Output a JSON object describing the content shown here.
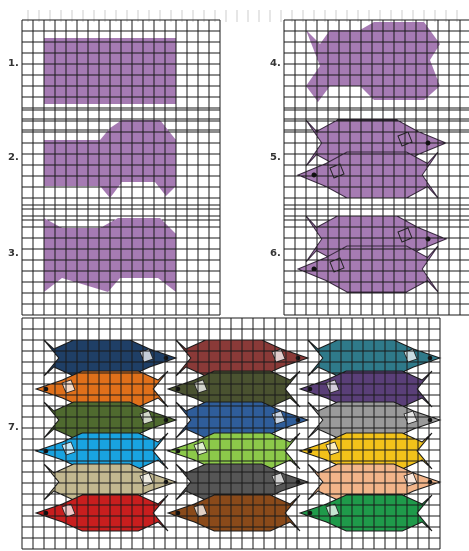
{
  "steps": [
    {
      "label": "1."
    },
    {
      "label": "2."
    },
    {
      "label": "3."
    },
    {
      "label": "4."
    },
    {
      "label": "5."
    },
    {
      "label": "6."
    },
    {
      "label": "7."
    }
  ],
  "colors": {
    "purple": "#a67bb3",
    "grid": "#1a1a1a",
    "outline": "#3a2a40"
  },
  "mosaic_fish": [
    {
      "color": "#1f3f66",
      "direction": "right"
    },
    {
      "color": "#8a3a38",
      "direction": "right"
    },
    {
      "color": "#2f7a8a",
      "direction": "right"
    },
    {
      "color": "#e0701a",
      "direction": "left"
    },
    {
      "color": "#4a5230",
      "direction": "left"
    },
    {
      "color": "#5a3f78",
      "direction": "left"
    },
    {
      "color": "#4f6a2f",
      "direction": "right"
    },
    {
      "color": "#2f5d9a",
      "direction": "right"
    },
    {
      "color": "#9a9a9a",
      "direction": "right"
    },
    {
      "color": "#19a3e0",
      "direction": "left"
    },
    {
      "color": "#8cc94a",
      "direction": "left"
    },
    {
      "color": "#f2c21a",
      "direction": "left"
    },
    {
      "color": "#c2b890",
      "direction": "right"
    },
    {
      "color": "#565656",
      "direction": "right"
    },
    {
      "color": "#f2b58a",
      "direction": "right"
    },
    {
      "color": "#c81e1e",
      "direction": "left"
    },
    {
      "color": "#8a4a1a",
      "direction": "left"
    },
    {
      "color": "#1f9a4a",
      "direction": "left"
    }
  ]
}
